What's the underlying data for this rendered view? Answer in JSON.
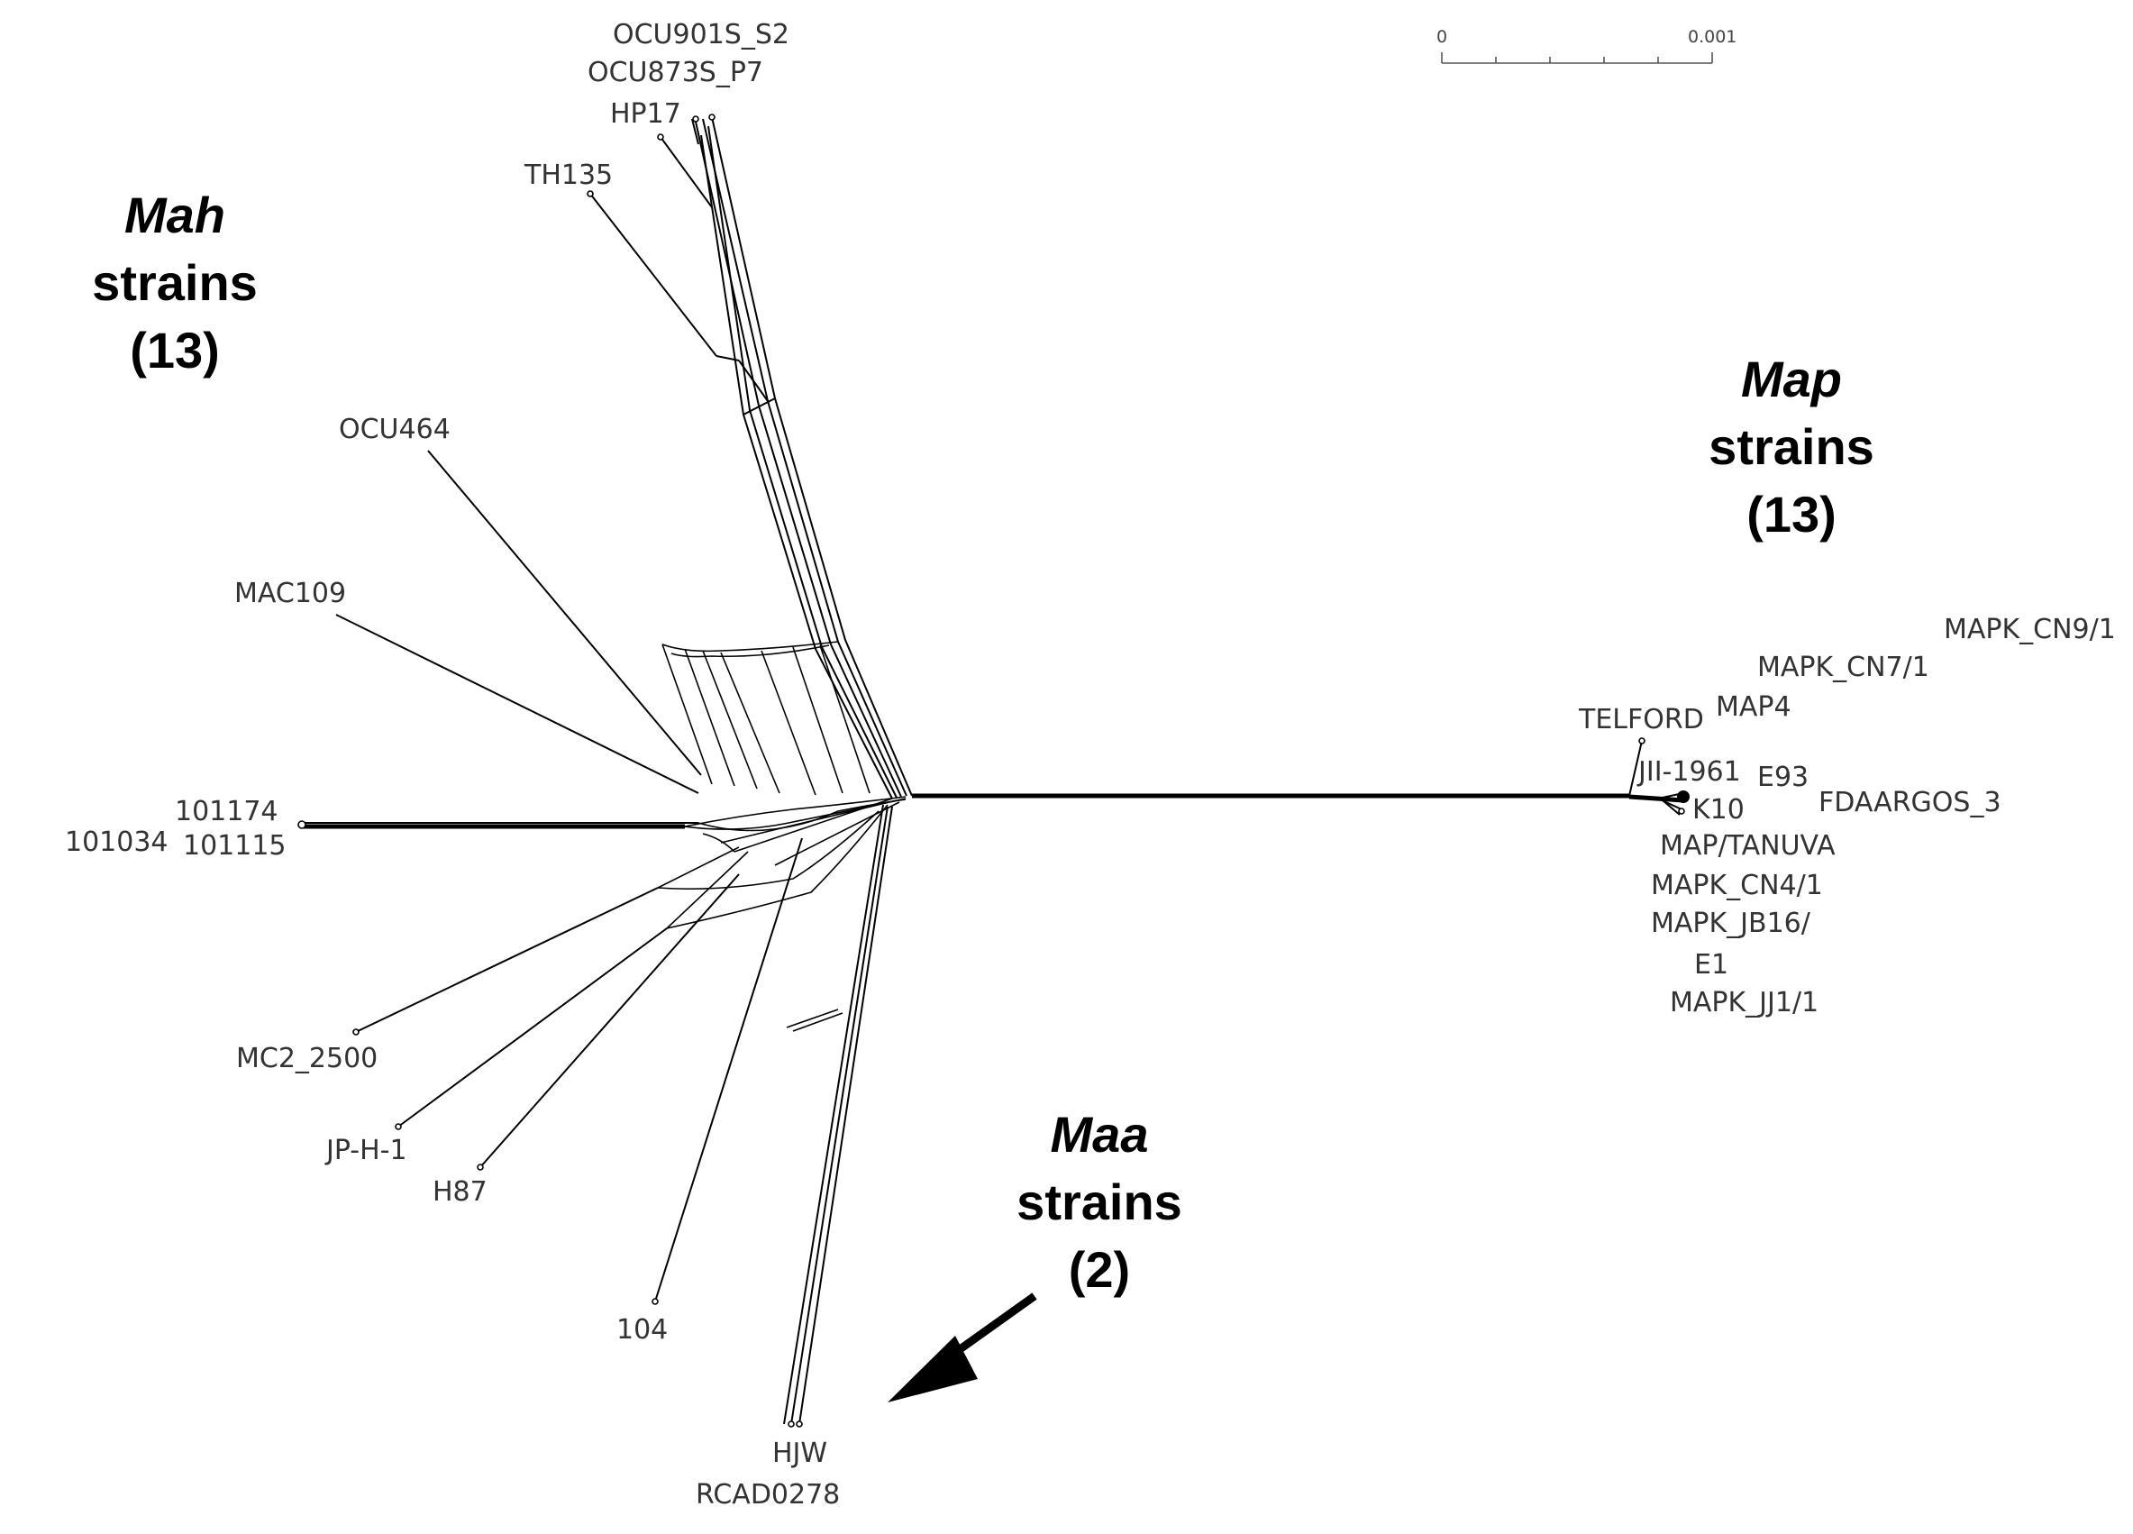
{
  "scale_bar": {
    "min_label": "0",
    "max_label": "0.001"
  },
  "groups": {
    "mah": {
      "name": "Mah",
      "line1": "strains",
      "count": "(13)"
    },
    "map": {
      "name": "Map",
      "line1": "strains",
      "count": "(13)"
    },
    "maa": {
      "name": "Maa",
      "line1": "strains",
      "count": "(2)"
    }
  },
  "leaves": {
    "ocu901s_s2": "OCU901S_S2",
    "ocu873s_p7": "OCU873S_P7",
    "hp17": "HP17",
    "th135": "TH135",
    "ocu464": "OCU464",
    "mac109": "MAC109",
    "s101174": "101174",
    "s101034": "101034",
    "s101115": "101115",
    "mc2_2500": "MC2_2500",
    "jp_h_1": "JP-H-1",
    "h87": "H87",
    "s104": "104",
    "hjw": "HJW",
    "rcad0278": "RCAD0278",
    "mapk_cn9_1": "MAPK_CN9/1",
    "mapk_cn7_1": "MAPK_CN7/1",
    "map4": "MAP4",
    "telford": "TELFORD",
    "jii_1961": "JII-1961",
    "e93": "E93",
    "fdaargos_3": "FDAARGOS_3",
    "k10": "K10",
    "map_tanuva": "MAP/TANUVA",
    "mapk_cn4_1": "MAPK_CN4/1",
    "mapk_jb16": "MAPK_JB16/",
    "e1": "E1",
    "mapk_jj1_1": "MAPK_JJ1/1"
  }
}
